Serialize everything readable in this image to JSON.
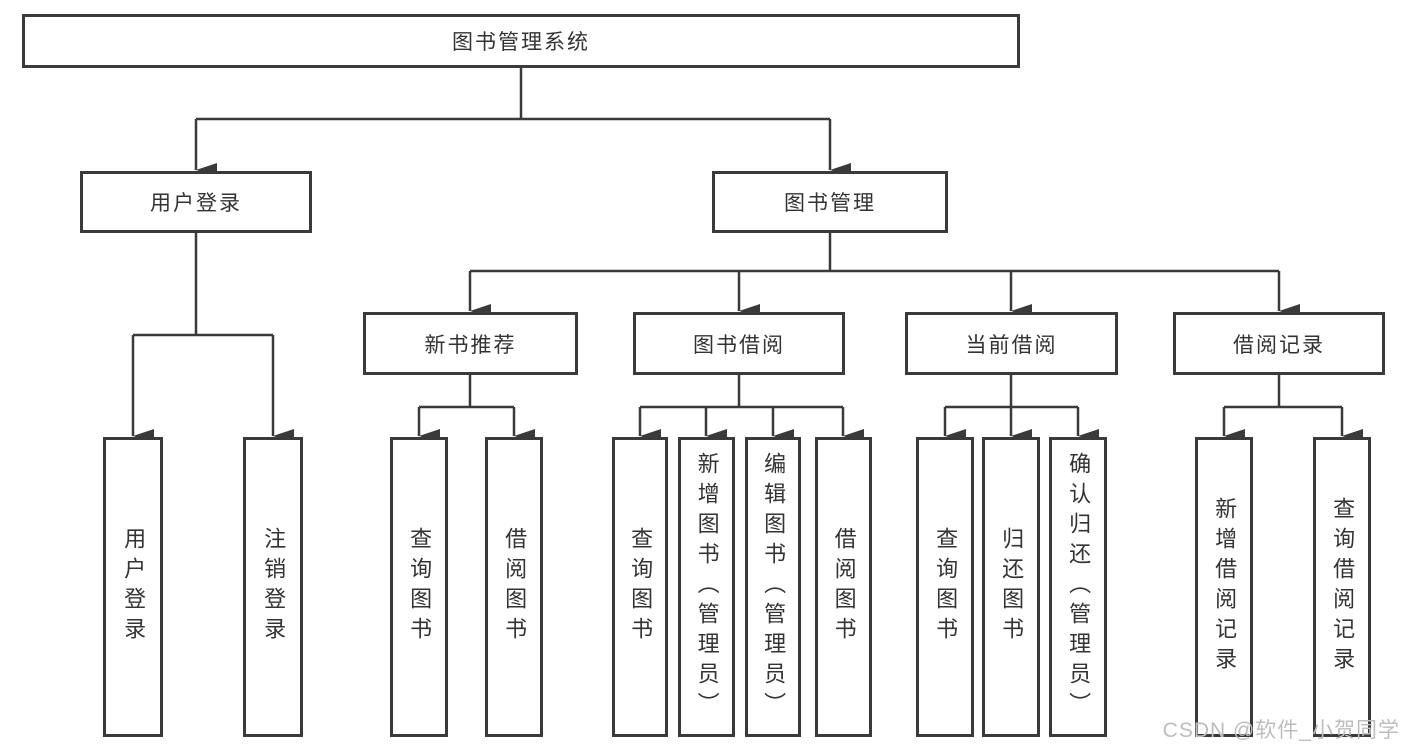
{
  "diagram": {
    "type": "tree-diagram",
    "title": "图书管理系统",
    "nodes": {
      "root": {
        "label": "图书管理系统"
      },
      "user_login_group": {
        "label": "用户登录"
      },
      "book_mgmt": {
        "label": "图书管理"
      },
      "new_book_rec": {
        "label": "新书推荐"
      },
      "book_borrow": {
        "label": "图书借阅"
      },
      "current_borrow": {
        "label": "当前借阅"
      },
      "borrow_records": {
        "label": "借阅记录"
      },
      "user_login": {
        "label": "用户登录"
      },
      "logout": {
        "label": "注销登录"
      },
      "nbr_query": {
        "label": "查询图书"
      },
      "nbr_borrow": {
        "label": "借阅图书"
      },
      "bb_query": {
        "label": "查询图书"
      },
      "bb_add": {
        "label": "新增图书（管理员）"
      },
      "bb_edit": {
        "label": "编辑图书（管理员）"
      },
      "bb_borrow": {
        "label": "借阅图书"
      },
      "cb_query": {
        "label": "查询图书"
      },
      "cb_return": {
        "label": "归还图书"
      },
      "cb_confirm": {
        "label": "确认归还（管理员）"
      },
      "br_add": {
        "label": "新增借阅记录"
      },
      "br_query": {
        "label": "查询借阅记录"
      }
    },
    "edges": [
      {
        "from": "root",
        "to": [
          "user_login_group",
          "book_mgmt"
        ]
      },
      {
        "from": "user_login_group",
        "to": [
          "user_login",
          "logout"
        ]
      },
      {
        "from": "book_mgmt",
        "to": [
          "new_book_rec",
          "book_borrow",
          "current_borrow",
          "borrow_records"
        ]
      },
      {
        "from": "new_book_rec",
        "to": [
          "nbr_query",
          "nbr_borrow"
        ]
      },
      {
        "from": "book_borrow",
        "to": [
          "bb_query",
          "bb_add",
          "bb_edit",
          "bb_borrow"
        ]
      },
      {
        "from": "current_borrow",
        "to": [
          "cb_query",
          "cb_return",
          "cb_confirm"
        ]
      },
      {
        "from": "borrow_records",
        "to": [
          "br_add",
          "br_query"
        ]
      }
    ]
  },
  "watermark": {
    "text": "CSDN @软件_小贺同学"
  },
  "colors": {
    "line": "#3a3a3a",
    "text": "#333333",
    "watermark": "#bdbdbd",
    "background": "#ffffff"
  }
}
